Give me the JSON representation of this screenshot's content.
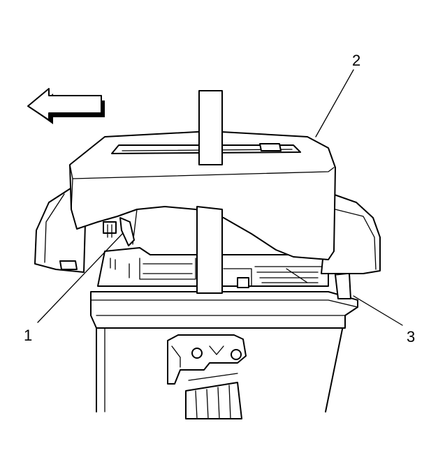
{
  "callouts": [
    {
      "id": "1",
      "text": "1"
    },
    {
      "id": "2",
      "text": "2"
    },
    {
      "id": "3",
      "text": "3"
    }
  ],
  "icons": {
    "direction_arrow": "left-arrow-icon"
  },
  "colors": {
    "line": "#000000",
    "background": "#ffffff"
  }
}
